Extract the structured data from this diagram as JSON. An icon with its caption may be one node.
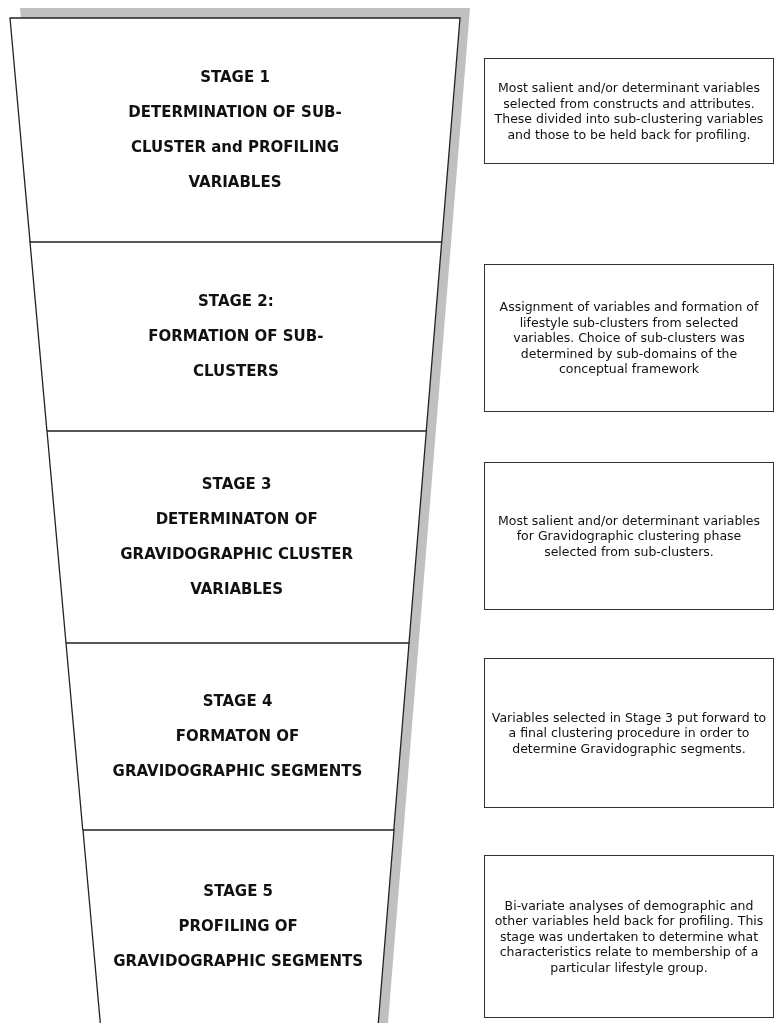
{
  "diagram": {
    "nodes": [
      {
        "text": [
          "STAGE 1",
          "DETERMINATION OF SUB-CLUSTER and PROFILING VARIABLES"
        ]
      },
      {
        "text": [
          "Most salient and/or determinant variables selected from constructs and attributes. These divided into sub-clustering variables and those to be held back for profiling."
        ]
      },
      {
        "text": [
          "STAGE 2:",
          "FORMATION OF SUB-CLUSTERS"
        ]
      },
      {
        "text": [
          "Assignment of variables and formation of lifestyle sub-clusters from selected variables.  Choice of sub-clusters was determined by sub-domains of the conceptual framework"
        ]
      },
      {
        "text": [
          "STAGE 3",
          "DETERMINATON OF GRAVIDOGRAPHIC CLUSTER VARIABLES"
        ]
      },
      {
        "text": [
          "Most salient and/or determinant variables for Gravidographic clustering phase selected from sub-clusters."
        ]
      },
      {
        "text": [
          "STAGE 4",
          "FORMATON OF GRAVIDOGRAPHIC SEGMENTS"
        ]
      },
      {
        "text": [
          "Variables selected in Stage 3 put forward to a final clustering procedure in order to determine Gravidographic segments."
        ]
      },
      {
        "text": [
          "STAGE 5",
          "PROFILING OF GRAVIDOGRAPHIC SEGMENTS"
        ]
      },
      {
        "text": [
          "Bi-variate analyses of demographic and other variables held back for profiling.  This stage was undertaken to determine what characteristics relate to membership of a particular lifestyle group."
        ]
      }
    ]
  }
}
